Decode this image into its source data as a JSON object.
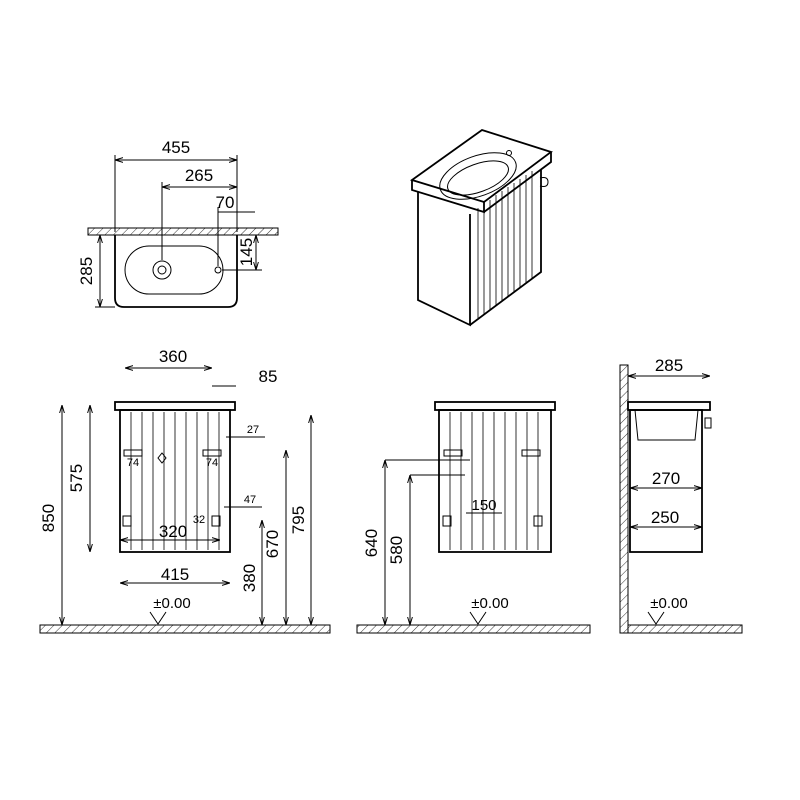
{
  "top_view": {
    "width": "455",
    "tap_offset": "265",
    "tap_edge": "70",
    "depth": "285",
    "tap_depth": "145"
  },
  "front_view": {
    "top_width": "360",
    "side_gap": "85",
    "small_27": "27",
    "small_47": "47",
    "cabinet_height": "575",
    "overall_height": "850",
    "inner_width": "320",
    "bottom_width": "415",
    "h380": "380",
    "h670": "670",
    "h795": "795",
    "bracket_74a": "74",
    "bracket_74b": "74",
    "small_32": "32",
    "floor": "±0.00"
  },
  "rear_view": {
    "h640": "640",
    "h580": "580",
    "spacing": "150",
    "floor": "±0.00"
  },
  "side_view": {
    "depth": "285",
    "d270": "270",
    "d250": "250",
    "floor": "±0.00"
  }
}
